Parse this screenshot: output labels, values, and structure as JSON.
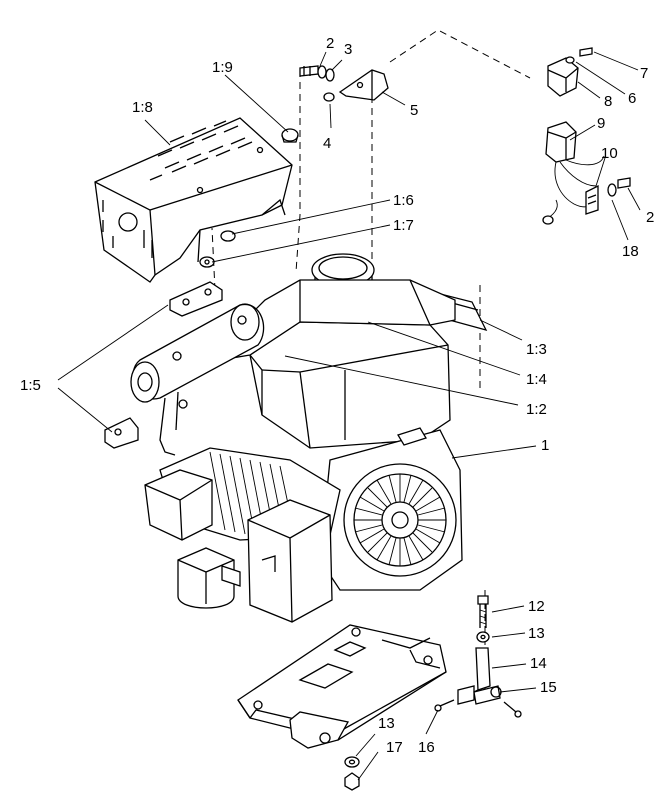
{
  "callouts": {
    "c1_9": "1:9",
    "c1_8": "1:8",
    "c2_top": "2",
    "c3": "3",
    "c4": "4",
    "c5": "5",
    "c7": "7",
    "c6": "6",
    "c8": "8",
    "c9": "9",
    "c10": "10",
    "c2_right": "2",
    "c18": "18",
    "c1_6": "1:6",
    "c1_7": "1:7",
    "c1_5": "1:5",
    "c1_3": "1:3",
    "c1_4": "1:4",
    "c1_2": "1:2",
    "c1": "1",
    "c12": "12",
    "c13_right": "13",
    "c14": "14",
    "c15": "15",
    "c16": "16",
    "c13_bottom": "13",
    "c17": "17"
  }
}
